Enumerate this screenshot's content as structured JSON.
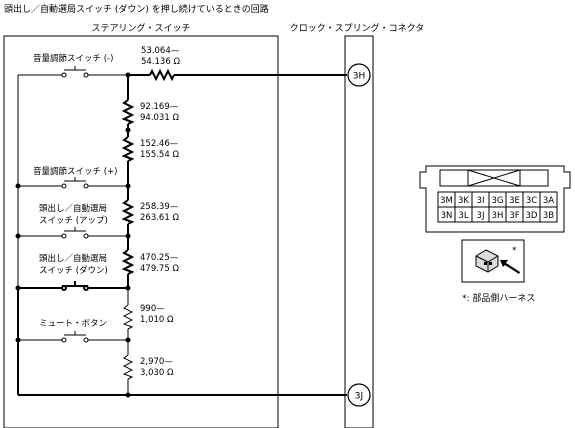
{
  "title": "頭出し／自動選局スイッチ (ダウン) を押し続けているときの回路",
  "labels": {
    "steering_switch": "ステアリング・スイッチ",
    "clock_spring_connector": "クロック・スプリング・コネクタ",
    "harness_note": "*: 部品側ハーネス",
    "star": "*"
  },
  "switches": {
    "vol_down": "音量調節スイッチ (-)",
    "vol_up": "音量調節スイッチ (+)",
    "seek_up_1": "頭出し／自動選局",
    "seek_up_2": "スイッチ (アップ)",
    "seek_down_1": "頭出し／自動選局",
    "seek_down_2": "スイッチ (ダウン)",
    "mute": "ミュート・ボタン"
  },
  "resistors": {
    "r1_a": "53.064—",
    "r1_b": "54.136 Ω",
    "r2_a": "92.169—",
    "r2_b": "94.031 Ω",
    "r3_a": "152.46—",
    "r3_b": "155.54 Ω",
    "r4_a": "258.39—",
    "r4_b": "263.61 Ω",
    "r5_a": "470.25—",
    "r5_b": "479.75 Ω",
    "r6_a": "990—",
    "r6_b": "1,010 Ω",
    "r7_a": "2,970—",
    "r7_b": "3,030 Ω"
  },
  "terminals": {
    "t_3h": "3H",
    "t_3j": "3J"
  },
  "connector_pins": {
    "row1": [
      "3M",
      "3K",
      "3I",
      "3G",
      "3E",
      "3C",
      "3A"
    ],
    "row2": [
      "3N",
      "3L",
      "3J",
      "3H",
      "3F",
      "3D",
      "3B"
    ]
  }
}
